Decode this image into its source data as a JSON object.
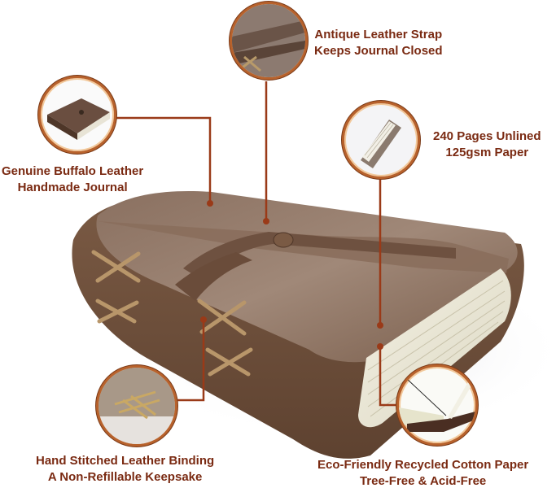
{
  "product": {
    "name": "Leather Journal",
    "accent_color": "#7a2a12",
    "ring_color": "#b8622c"
  },
  "callouts": [
    {
      "id": "strap",
      "icon": "strap-closeup-icon",
      "lines": [
        "Antique Leather Strap",
        "Keeps Journal Closed"
      ]
    },
    {
      "id": "leather",
      "icon": "journal-thumbnail-icon",
      "lines": [
        "Genuine Buffalo Leather",
        "Handmade Journal"
      ]
    },
    {
      "id": "pages",
      "icon": "page-edge-icon",
      "lines": [
        "240 Pages Unlined",
        "125gsm Paper"
      ]
    },
    {
      "id": "binding",
      "icon": "stitching-closeup-icon",
      "lines": [
        "Hand Stitched Leather Binding",
        "A Non-Refillable Keepsake"
      ]
    },
    {
      "id": "paper",
      "icon": "open-pages-icon",
      "lines": [
        "Eco-Friendly Recycled Cotton Paper",
        "Tree-Free & Acid-Free"
      ]
    }
  ]
}
